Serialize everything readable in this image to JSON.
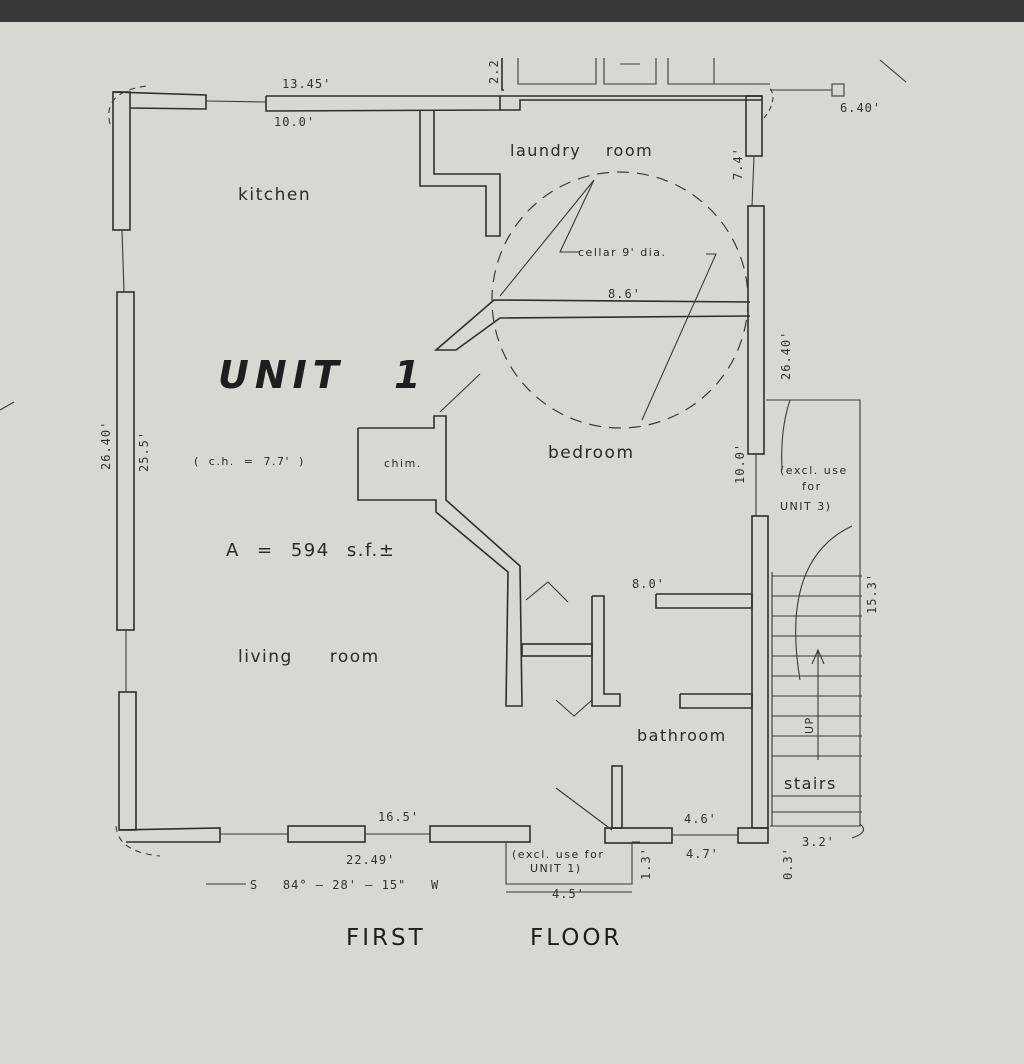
{
  "title": "UNIT 1",
  "ceiling_height": "( c.h. = 7.7' )",
  "area": "A = 594 s.f.±",
  "footer": {
    "left": "FIRST",
    "right": "FLOOR"
  },
  "rooms": {
    "kitchen": "kitchen",
    "laundry": "laundry room",
    "bedroom": "bedroom",
    "living": "living room",
    "bathroom": "bathroom",
    "stairs": "stairs",
    "chimney": "chim.",
    "cellar": "cellar 9' dia.",
    "up": "UP"
  },
  "notes": {
    "unit3": [
      "(excl. use",
      "for",
      "UNIT 3)"
    ],
    "unit1": [
      "(excl. use for",
      "UNIT 1)"
    ]
  },
  "dimensions": {
    "top_outer": "13.45'",
    "top_inner": "10.0'",
    "top_small": "2.2",
    "top_right": "6.40'",
    "laundry_side": "7.4'",
    "cellar_span": "8.6'",
    "right_wall": "26.40'",
    "right_lower": "10.0'",
    "left_outer": "26.40'",
    "left_inner": "25.5'",
    "bath_top": "8.0'",
    "stair_side": "15.3'",
    "bottom_inner": "16.5'",
    "bottom_outer": "22.49'",
    "bath_bottom_inner": "4.6'",
    "bath_bottom_outer": "4.7'",
    "stair_bottom": "3.2'",
    "stair_small": "0.3'",
    "closet_side": "1.3'",
    "closet_width": "4.5'",
    "bearing": "S   84° — 28' — 15\"   W"
  }
}
